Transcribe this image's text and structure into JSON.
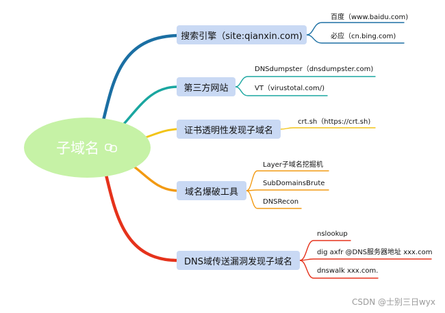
{
  "root": {
    "label": "子域名",
    "icon": "link-icon"
  },
  "branches": [
    {
      "label": "搜索引擎（site:qianxin.com)",
      "color": "#1b6fa3",
      "leaves": [
        "百度（www.baidu.com)",
        "必应（cn.bing.com)"
      ]
    },
    {
      "label": "第三方网站",
      "color": "#1aa6a0",
      "leaves": [
        "DNSdumpster（dnsdumpster.com)",
        "VT（virustotal.com/)"
      ]
    },
    {
      "label": "证书透明性发现子域名",
      "color": "#f2c417",
      "leaves": [
        "crt.sh（https://crt.sh)"
      ]
    },
    {
      "label": "域名爆破工具",
      "color": "#f29a12",
      "leaves": [
        "Layer子域名挖掘机",
        "SubDomainsBrute",
        "DNSRecon"
      ]
    },
    {
      "label": "DNS域传送漏洞发现子域名",
      "color": "#e5321b",
      "leaves": [
        "nslookup",
        "dig axfr @DNS服务器地址 xxx.com",
        "dnswalk xxx.com."
      ]
    }
  ],
  "watermark": "CSDN @士别三日wyx"
}
